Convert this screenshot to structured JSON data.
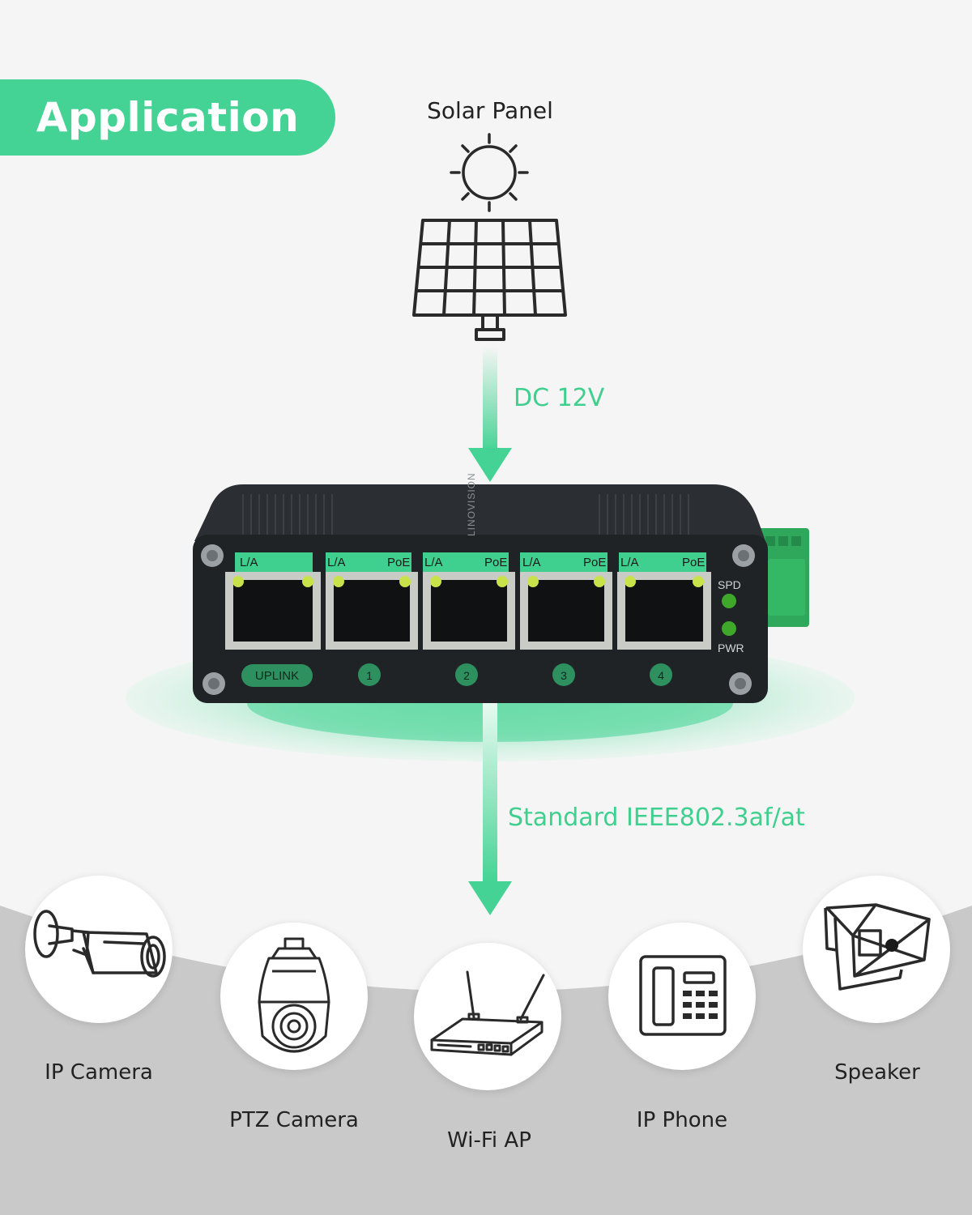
{
  "header": {
    "title": "Application"
  },
  "source": {
    "label": "Solar Panel",
    "icon": "solar-panel-icon"
  },
  "power_link": {
    "label": "DC 12V"
  },
  "poe_link": {
    "label": "Standard IEEE802.3af/at"
  },
  "switch": {
    "brand": "LINOVISION",
    "uplink_label": "UPLINK",
    "la_label": "L/A",
    "poe_label": "PoE",
    "ports": [
      "1",
      "2",
      "3",
      "4"
    ],
    "spd_label": "SPD",
    "pwr_label": "PWR"
  },
  "devices": [
    {
      "label": "IP Camera",
      "icon": "ip-camera-icon"
    },
    {
      "label": "PTZ Camera",
      "icon": "ptz-camera-icon"
    },
    {
      "label": "Wi-Fi AP",
      "icon": "wifi-ap-icon"
    },
    {
      "label": "IP Phone",
      "icon": "ip-phone-icon"
    },
    {
      "label": "Speaker",
      "icon": "speaker-icon"
    }
  ],
  "colors": {
    "accent": "#44d394",
    "accent_text": "#3fcf8e",
    "panel_gray": "#c8c8c8",
    "switch_body": "#1f2326"
  }
}
